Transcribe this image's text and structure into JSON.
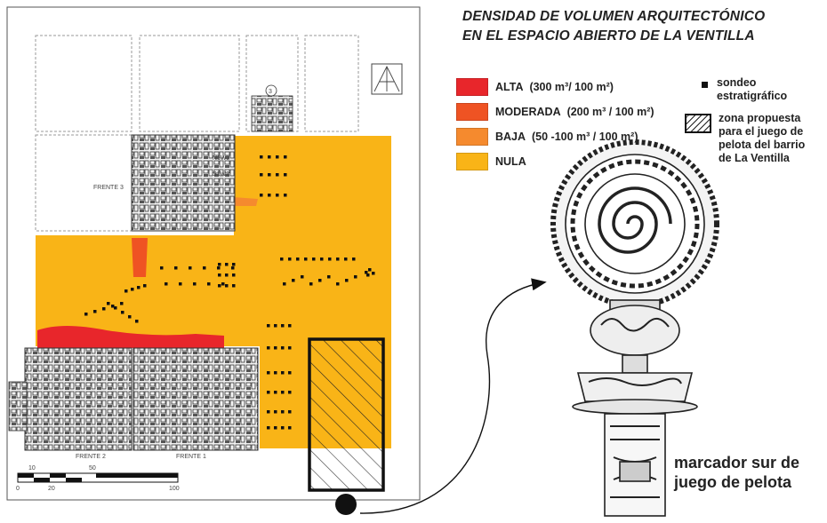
{
  "title": {
    "line1": "DENSIDAD DE VOLUMEN ARQUITECTÓNICO",
    "line2": "EN EL ESPACIO ABIERTO DE LA VENTILLA"
  },
  "legend": {
    "alta": {
      "label": "ALTA",
      "value": "(300 m³/ 100 m²)",
      "color": "#e8262b"
    },
    "moderada": {
      "label": "MODERADA",
      "value": "(200 m³ / 100 m²)",
      "color": "#ef5323"
    },
    "baja": {
      "label": "BAJA",
      "value": "(50 -100 m³ / 100 m²)",
      "color": "#f58a2e"
    },
    "nula": {
      "label": "NULA",
      "value": "",
      "color": "#f9b417"
    },
    "sondeo": {
      "line1": "sondeo",
      "line2": "estratigráfico"
    },
    "zona": {
      "line1": "zona propuesta",
      "line2": "para el juego de",
      "line3": "pelota del barrio",
      "line4": "de La Ventilla"
    }
  },
  "map_labels": {
    "frente1": "FRENTE 1",
    "frente2": "FRENTE 2",
    "frente3": "FRENTE 3",
    "n1w2": "N1W2",
    "s1w2": "S1W2",
    "site3": "3"
  },
  "scale_bar": {
    "ticks_top": [
      "10",
      "50"
    ],
    "ticks_bottom": [
      "0",
      "20",
      "100"
    ]
  },
  "marker_label": {
    "line1": "marcador sur de",
    "line2": "juego de pelota"
  }
}
